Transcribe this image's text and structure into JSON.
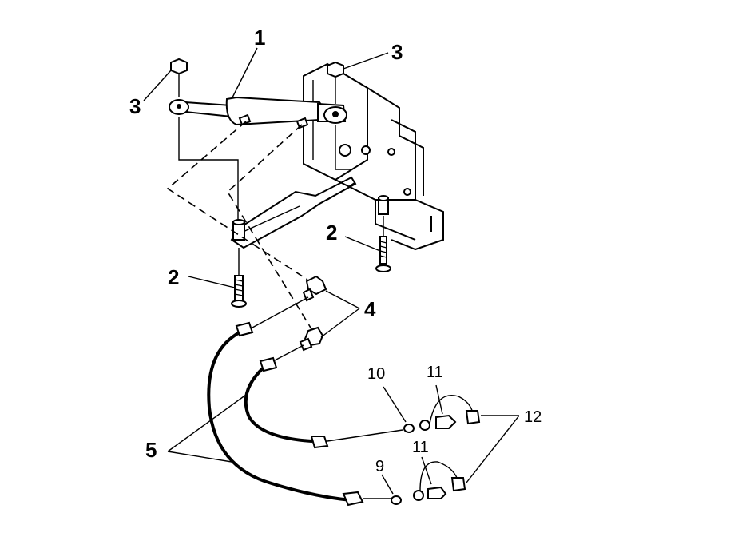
{
  "diagram": {
    "callouts": [
      {
        "id": "1",
        "text": "1"
      },
      {
        "id": "2a",
        "text": "2"
      },
      {
        "id": "2b",
        "text": "2"
      },
      {
        "id": "3a",
        "text": "3"
      },
      {
        "id": "3b",
        "text": "3"
      },
      {
        "id": "4",
        "text": "4"
      },
      {
        "id": "5",
        "text": "5"
      },
      {
        "id": "9",
        "text": "9"
      },
      {
        "id": "10",
        "text": "10"
      },
      {
        "id": "11a",
        "text": "11"
      },
      {
        "id": "11b",
        "text": "11"
      },
      {
        "id": "12",
        "text": "12"
      }
    ]
  }
}
